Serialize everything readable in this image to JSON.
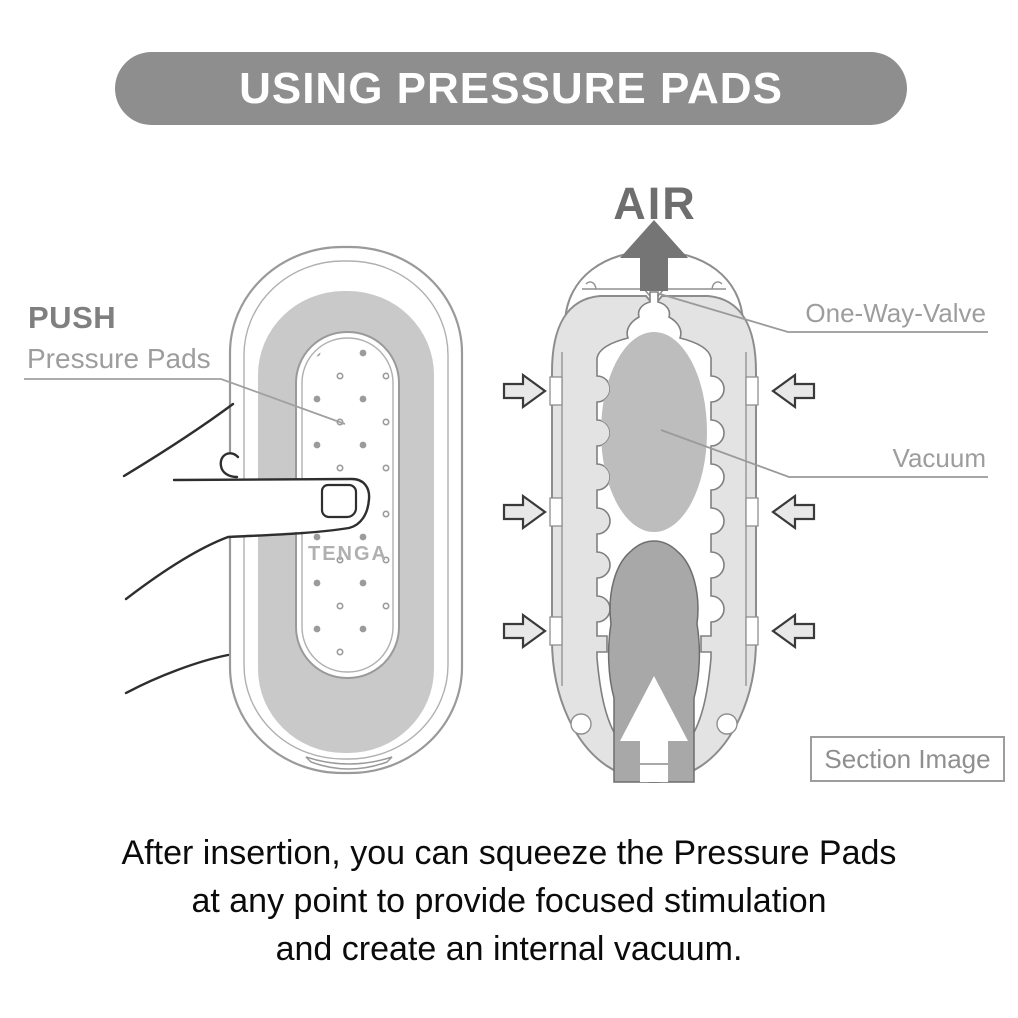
{
  "title": {
    "label": "USING PRESSURE PADS"
  },
  "left_diagram": {
    "push_label": "PUSH",
    "pads_label": "Pressure Pads",
    "logo": "TENGA"
  },
  "section_diagram": {
    "air_label": "AIR",
    "valve_label": "One-Way-Valve",
    "vacuum_label": "Vacuum",
    "caption_box": "Section Image"
  },
  "footer": {
    "line1": "After insertion, you can squeeze the Pressure Pads",
    "line2": "at any point to provide focused stimulation",
    "line3": "and create an internal vacuum."
  },
  "colors": {
    "banner_bg": "#8e8e8e",
    "banner_text": "#ffffff",
    "label_gray": "#9d9d9d",
    "push_gray": "#7f7f7f",
    "air_gray": "#6e6e6e",
    "device_body_gray": "#c9c9c9",
    "section_body_gray": "#e3e3e3",
    "vacuum_chamber_gray": "#bdbdbd",
    "insert_column_gray": "#a8a8a8",
    "squeeze_arrow_fill": "#e8e8e8",
    "outline_gray": "#8c8c8c",
    "hand_line": "#2e2e2e",
    "footer_text": "#0b0b0b"
  }
}
